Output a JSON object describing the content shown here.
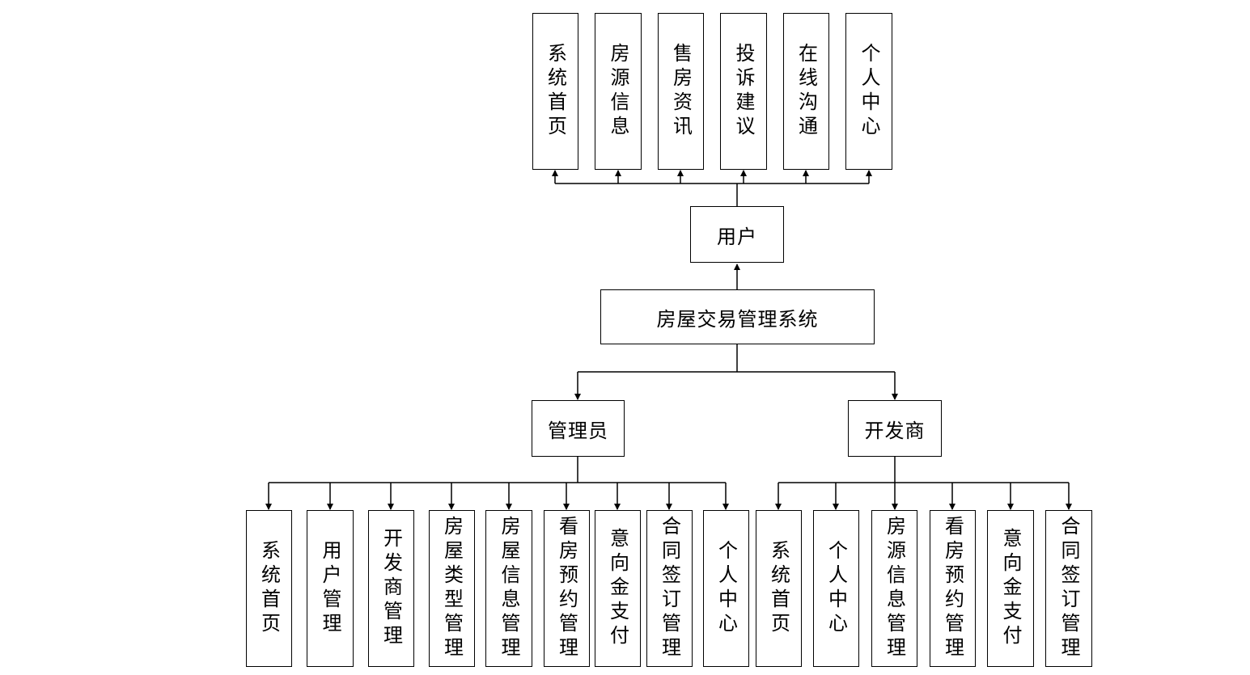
{
  "diagram": {
    "root": "房屋交易管理系统",
    "user": {
      "label": "用户",
      "modules": [
        "系统首页",
        "房源信息",
        "售房资讯",
        "投诉建议",
        "在线沟通",
        "个人中心"
      ]
    },
    "admin": {
      "label": "管理员",
      "modules": [
        "系统首页",
        "用户管理",
        "开发商管理",
        "房屋类型管理",
        "房屋信息管理",
        "看房预约管理",
        "意向金支付",
        "合同签订管理",
        "个人中心"
      ]
    },
    "developer": {
      "label": "开发商",
      "modules": [
        "系统首页",
        "个人中心",
        "房源信息管理",
        "看房预约管理",
        "意向金支付",
        "合同签订管理"
      ]
    }
  }
}
